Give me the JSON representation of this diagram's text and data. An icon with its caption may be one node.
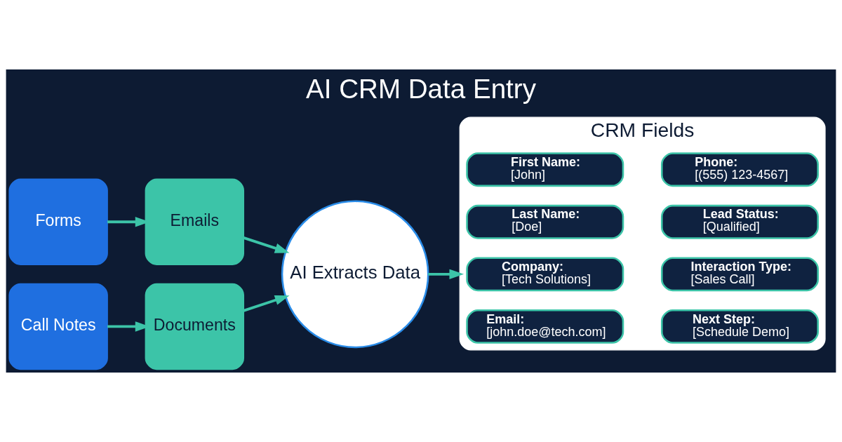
{
  "diagram": {
    "title": "AI CRM Data Entry",
    "nodes": [
      {
        "text": [
          "Forms"
        ]
      },
      {
        "text": [
          "Emails"
        ]
      },
      {
        "text": [
          "Call Notes"
        ]
      },
      {
        "text": [
          "Documents"
        ]
      },
      {
        "text": [
          "AI Extracts Data"
        ]
      },
      {
        "text": [
          "CRM Fields"
        ]
      },
      {
        "text": [
          "First Name:",
          "[John]"
        ],
        "in": 5
      },
      {
        "text": [
          "Phone:",
          "[(555) 123-4567]"
        ],
        "in": 5
      },
      {
        "text": [
          "Last Name:",
          "[Doe]"
        ],
        "in": 5
      },
      {
        "text": [
          "Lead Status:",
          "[Qualified]"
        ],
        "in": 5
      },
      {
        "text": [
          "Company:",
          "[Tech Solutions]"
        ],
        "in": 5
      },
      {
        "text": [
          "Interaction Type:",
          "[Sales Call]"
        ],
        "in": 5
      },
      {
        "text": [
          "Email:",
          "[john.doe@tech.com]"
        ],
        "in": 5
      },
      {
        "text": [
          "Next Step:",
          "[Schedule Demo]"
        ],
        "in": 5
      }
    ],
    "edges": [
      {
        "from": 0,
        "to": 1,
        "arrow": "to"
      },
      {
        "from": 2,
        "to": 3,
        "arrow": "to"
      },
      {
        "from": 1,
        "to": 4,
        "arrow": "to"
      },
      {
        "from": 3,
        "to": 4,
        "arrow": "to"
      },
      {
        "from": 4,
        "to": 5,
        "arrow": "to"
      }
    ]
  }
}
